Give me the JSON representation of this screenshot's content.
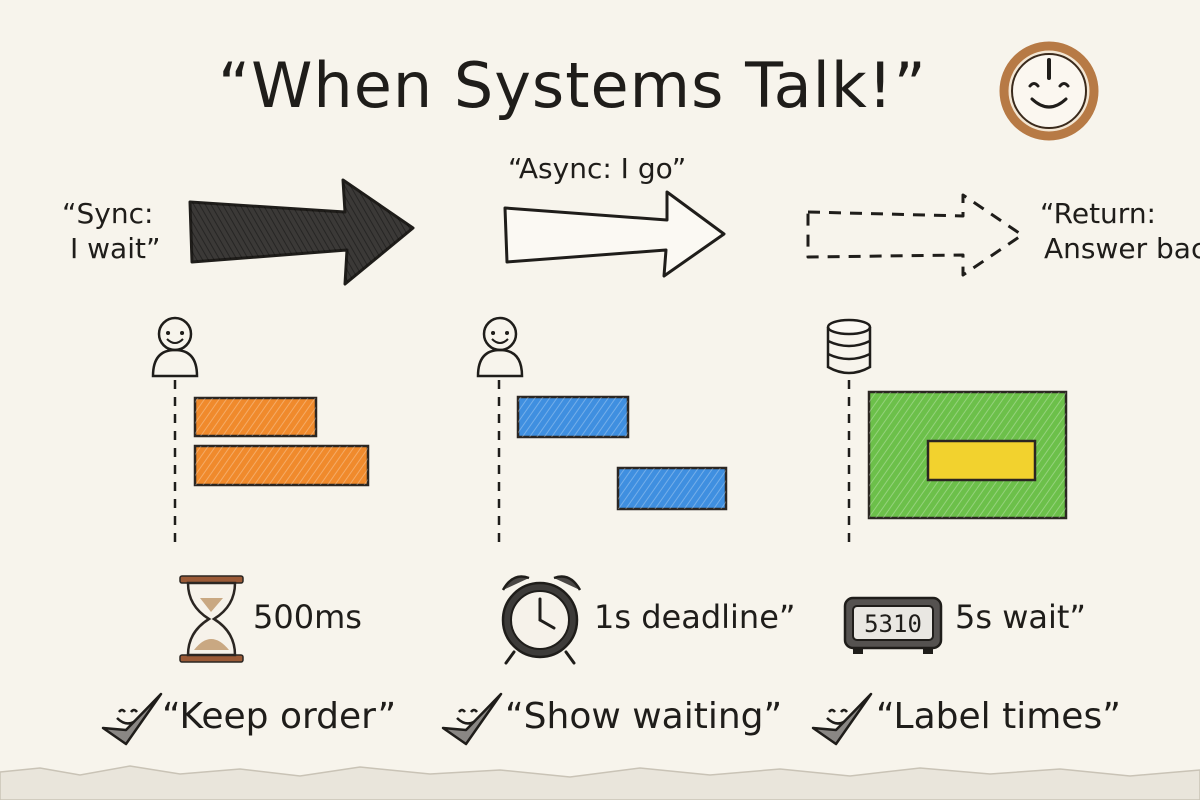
{
  "title": "“When Systems Talk!”",
  "arrows": {
    "sync": {
      "line1": "“Sync:",
      "line2": "I wait”"
    },
    "async": {
      "label": "“Async: I go”"
    },
    "return": {
      "line1": "“Return:",
      "line2": "Answer bac"
    }
  },
  "timings": [
    {
      "label": "500ms",
      "icon": "hourglass-icon"
    },
    {
      "label": "1s deadline”",
      "icon": "alarm-clock-icon"
    },
    {
      "label": "5s wait”",
      "icon": "digital-clock-icon",
      "display": "5310"
    }
  ],
  "tips": [
    {
      "label": "“Keep order”",
      "icon": "smiley-check-icon"
    },
    {
      "label": "“Show waiting”",
      "icon": "smiley-check-icon"
    },
    {
      "label": "“Label times”",
      "icon": "smiley-check-icon"
    }
  ],
  "colors": {
    "sync_bar": "#f08a2c",
    "async_bar": "#3f8fe0",
    "return_box": "#6cc04a",
    "return_inner": "#f2d22e",
    "ink": "#1f1d1a",
    "paper": "#f7f4ec",
    "clock_ring": "#b77a45"
  }
}
